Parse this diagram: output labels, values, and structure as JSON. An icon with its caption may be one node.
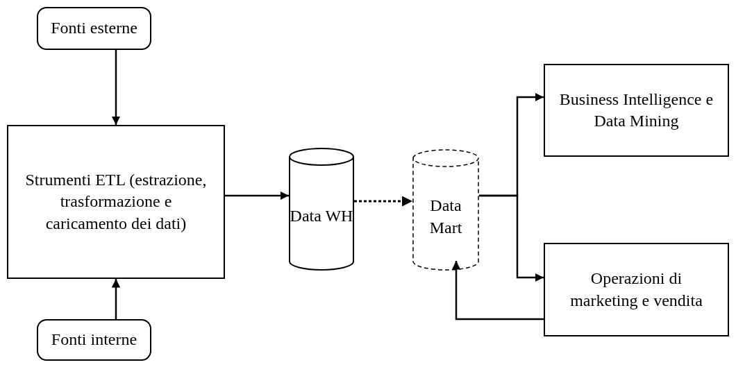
{
  "diagram": {
    "nodes": [
      {
        "text": [
          "Fonti esterne"
        ]
      },
      {
        "text": [
          "Strumenti ETL (estrazione, trasformazione e caricamento dei dati)"
        ]
      },
      {
        "text": [
          "Fonti interne"
        ]
      },
      {
        "text": [
          "Data WH"
        ]
      },
      {
        "text": [
          "Data Mart"
        ]
      },
      {
        "text": [
          "Business Intelligence e Data Mining"
        ]
      },
      {
        "text": [
          "Operazioni di marketing e vendita"
        ]
      }
    ],
    "edges": [
      {
        "from": 0,
        "to": 1,
        "arrow": "to"
      },
      {
        "from": 2,
        "to": 1,
        "arrow": "to"
      },
      {
        "from": 1,
        "to": 3,
        "arrow": "to"
      },
      {
        "from": 3,
        "to": 4,
        "arrow": "to",
        "style": "dashed"
      },
      {
        "from": 4,
        "to": 5,
        "arrow": "to"
      },
      {
        "from": 4,
        "to": 6,
        "arrow": "to"
      },
      {
        "from": 6,
        "to": 4,
        "arrow": "to"
      }
    ]
  }
}
